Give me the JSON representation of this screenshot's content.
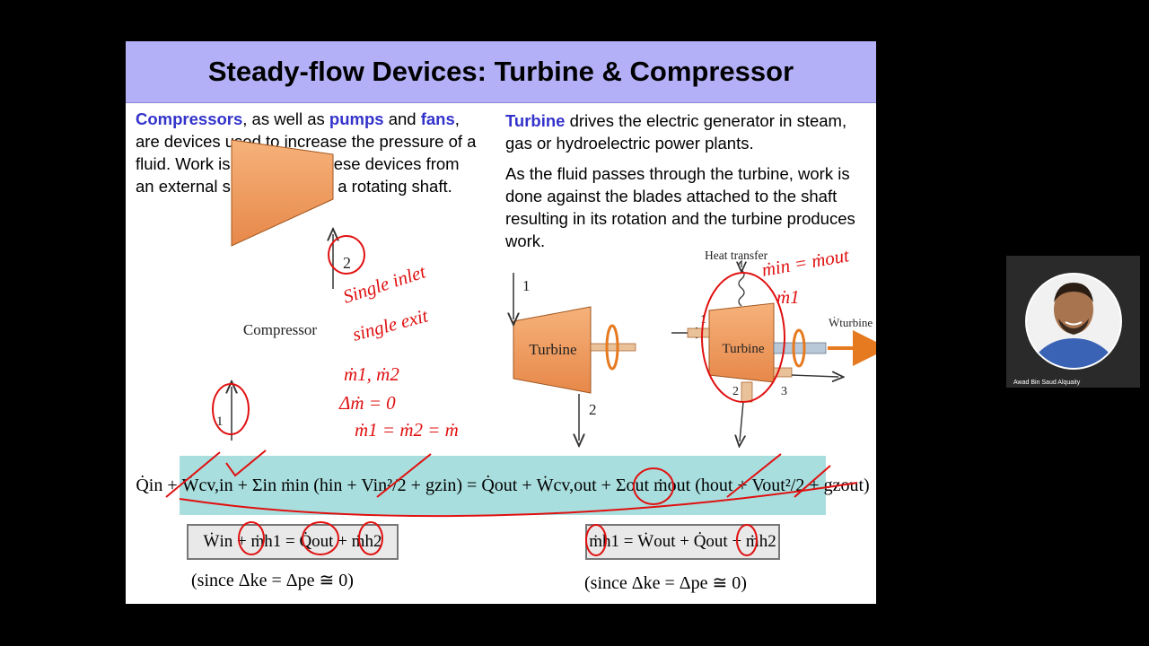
{
  "slide": {
    "title": "Steady-flow Devices: Turbine & Compressor",
    "left_paragraph": {
      "kw1": "Compressors",
      "t1": ", as well as ",
      "kw2": "pumps",
      "t2": " and ",
      "kw3": "fans",
      "t3": ", are devices used to increase the pressure of a fluid. Work is supplied to these devices from an external source through a rotating shaft."
    },
    "right_paragraph1": {
      "kw": "Turbine",
      "t": " drives the electric generator in steam, gas or hydroelectric power plants."
    },
    "right_paragraph2": "As the fluid passes through the turbine, work is done against the blades attached to the shaft resulting in its rotation and the turbine produces work.",
    "compressor_label": "Compressor",
    "compressor_inlet": "1",
    "compressor_outlet": "2",
    "turbine_label": "Turbine",
    "turbine_inlet": "1",
    "turbine_outlet": "2",
    "turbine2_label": "Turbine",
    "turbine2_heat_label": "Heat transfer",
    "turbine2_work_label": "Ẇturbine",
    "turbine2_port1": "1",
    "turbine2_port2": "2",
    "turbine2_port3": "3",
    "energy_equation": "Q̇in + Ẇcv,in + Σin ṁin (hin + Vin²/2 + gzin) = Q̇out + Ẇcv,out + Σout ṁout (hout + Vout²/2 + gzout)",
    "compressor_equation": "Ẇin + ṁh1 = Q̇out + ṁh2",
    "compressor_note": "(since Δke = Δpe ≅ 0)",
    "turbine_equation": "ṁh1 = Ẇout + Q̇out + ṁh2",
    "turbine_note": "(since Δke = Δpe ≅ 0)"
  },
  "annotations": {
    "single_inlet": "Single inlet",
    "single_exit": "single exit",
    "m1_m2": "ṁ1, ṁ2",
    "delta_m": "Δṁ = 0",
    "m_equal": "ṁ1 = ṁ2 = ṁ",
    "m_in_out": "ṁin = ṁout",
    "m1_short": "ṁ1",
    "ink_color": "#e01010"
  },
  "webcam": {
    "name": "Awad Bin Saud Alquaity"
  },
  "colors": {
    "title_bg": "#b3b0f7",
    "keyword": "#3333cc",
    "equation_band": "#a9dede",
    "device_fill": "#f0a060",
    "background": "#000000"
  }
}
